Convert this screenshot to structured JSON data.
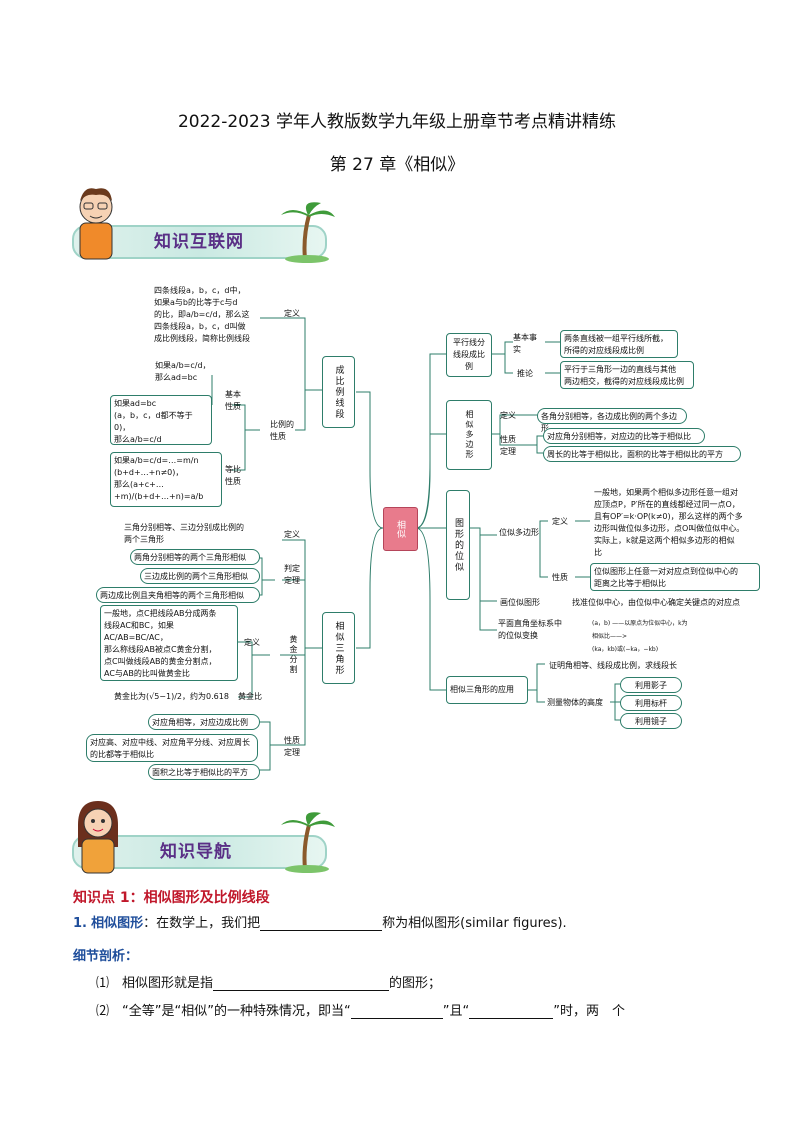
{
  "header": {
    "title": "2022-2023 学年人教版数学九年级上册章节考点精讲精练",
    "subtitle": "第 27 章《相似》"
  },
  "banner1": {
    "label": "知识互联网"
  },
  "banner2": {
    "label": "知识导航"
  },
  "mindmap": {
    "center": "相似",
    "branch_proportional": "成比例线段",
    "branch_triangle": "相似三角形",
    "left_top": {
      "def_label": "定义",
      "def_text": [
        "四条线段a，b，c，d中，",
        "如果a与b的比等于c与d",
        "的比，即a/b=c/d，那么这",
        "四条线段a，b，c，d叫做",
        "成比例线段，简称比例线段"
      ],
      "prop_label": "比例的性质",
      "basic_label": "基本性质",
      "basic_text1": [
        "如果a/b=c/d，",
        "那么ad=bc"
      ],
      "basic_text2": [
        "如果ad=bc",
        "(a，b，c，d都不等于0)，",
        "那么a/b=c/d"
      ],
      "equal_label": "等比性质",
      "equal_text": [
        "如果a/b=c/d=…=m/n",
        "(b+d+…+n≠0)，",
        "那么(a+c+…+m)/(b+d+…+n)=a/b"
      ]
    },
    "left_bottom": {
      "def_label": "定义",
      "def_text": [
        "三角分别相等、三边分别成比例的",
        "两个三角形"
      ],
      "judge_label": "判定定理",
      "judge_items": [
        "两角分别相等的两个三角形相似",
        "三边成比例的两个三角形相似",
        "两边成比例且夹角相等的两个三角形相似"
      ],
      "golden_label": "黄金分割",
      "golden_def_label": "定义",
      "golden_def_text": [
        "一般地，点C把线段AB分成两条",
        "线段AC和BC，如果AC/AB=BC/AC，",
        "那么称线段AB被点C黄金分割，",
        "点C叫做线段AB的黄金分割点，",
        "AC与AB的比叫做黄金比"
      ],
      "golden_ratio_label": "黄金比",
      "golden_ratio_text": "黄金比为(√5−1)/2，约为0.618",
      "prop_label": "性质定理",
      "prop_items": [
        "对应角相等，对应边成比例",
        "对应高、对应中线、对应角平分线、对应周长的比都等于相似比",
        "面积之比等于相似比的平方"
      ]
    },
    "right": {
      "parallel_label": "平行线分线段成比例",
      "basic_fact_label": "基本事实",
      "basic_fact_text": [
        "两条直线被一组平行线所截，",
        "所得的对应线段成比例"
      ],
      "inference_label": "推论",
      "inference_text": [
        "平行于三角形一边的直线与其他",
        "两边相交，截得的对应线段成比例"
      ],
      "polygon_label": "相似多边形",
      "poly_def_label": "定义",
      "poly_def_text": "各角分别相等，各边成比例的两个多边形",
      "poly_prop_label": "性质定理",
      "poly_prop_items": [
        "对应角分别相等，对应边的比等于相似比",
        "周长的比等于相似比，面积的比等于相似比的平方"
      ],
      "position_label": "图形的位似",
      "pos_polygon_label": "位似多边形",
      "pos_def_label": "定义",
      "pos_def_text": [
        "一般地，如果两个相似多边形任意一组对",
        "应顶点P，P′所在的直线都经过同一点O，",
        "且有OP′=k·OP(k≠0)，那么这样的两个多",
        "边形叫做位似多边形，点O叫做位似中心。",
        "实际上，k就是这两个相似多边形的相似",
        "比"
      ],
      "pos_prop_label": "性质",
      "pos_prop_text": [
        "位似图形上任意一对对应点到位似中心的",
        "距离之比等于相似比"
      ],
      "draw_label": "画位似图形",
      "draw_text": "找准位似中心，由位似中心确定关键点的对应点",
      "coord_label": "平面直角坐标系中的位似变换",
      "coord_text": [
        "(a，b) ——以原点为位似中心，k为相似比——>",
        "(ka，kb)或(−ka，−kb)"
      ],
      "apply_label": "相似三角形的应用",
      "apply_item1": "证明角相等、线段成比例，求线段长",
      "measure_label": "测量物体的高度",
      "measure_items": [
        "利用影子",
        "利用标杆",
        "利用镜子"
      ]
    }
  },
  "knowledge": {
    "point_title": "知识点 1：相似图形及比例线段",
    "def_num": "1.",
    "def_term": "相似图形",
    "def_before": "：在数学上，我们把",
    "def_after": "称为相似图形(similar figures).",
    "detail_title": "细节剖析：",
    "item1_num": "⑴",
    "item1_before": "相似图形就是指",
    "item1_after": "的图形；",
    "item2_num": "⑵",
    "item2_before": "“全等”是“相似”的一种特殊情况，即当“",
    "item2_mid": "”且“",
    "item2_after": "”时，两　个"
  }
}
